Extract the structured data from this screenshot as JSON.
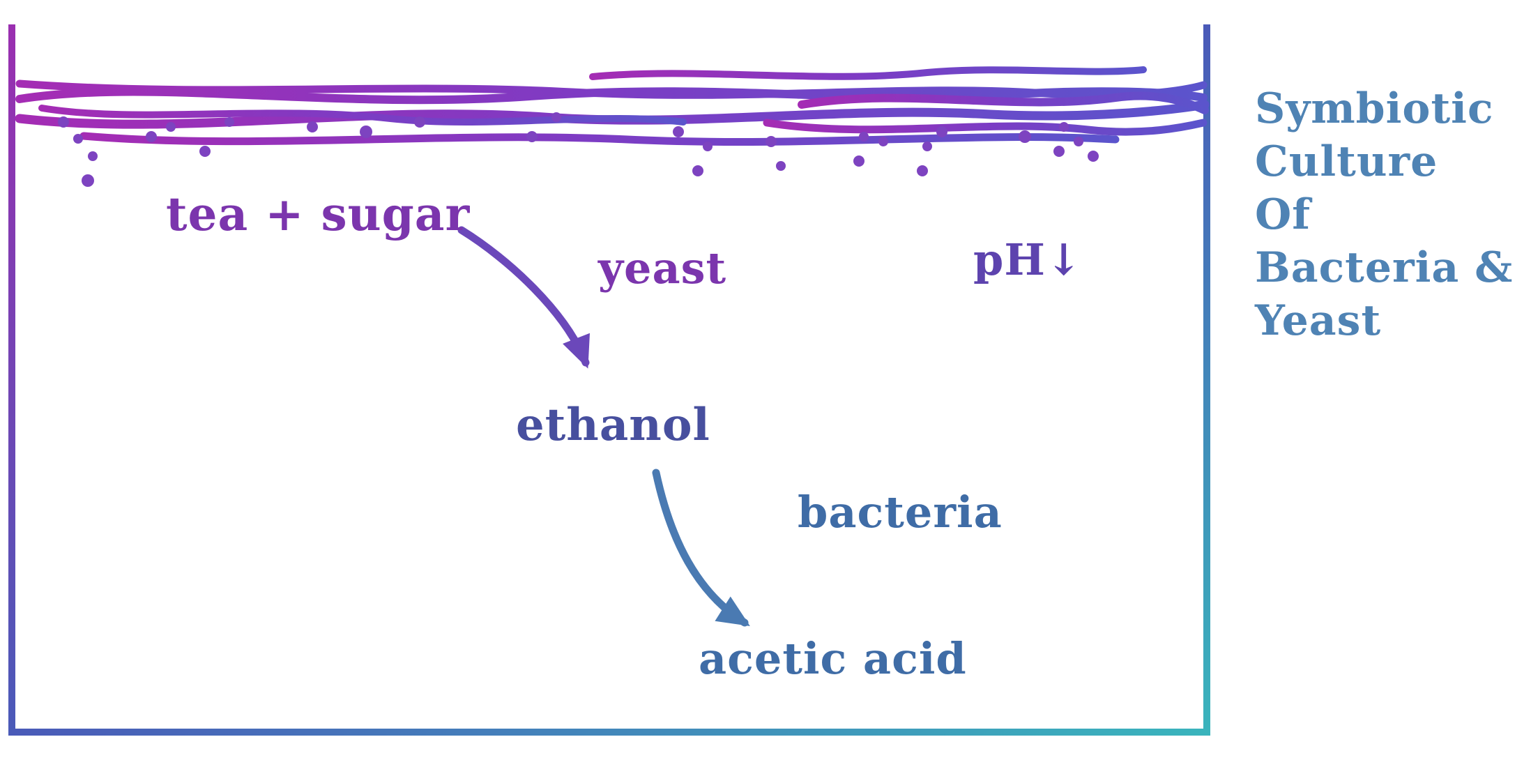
{
  "diagram": {
    "labels": {
      "tea_sugar": "tea + sugar",
      "yeast": "yeast",
      "ph": "pH↓",
      "ethanol": "ethanol",
      "bacteria": "bacteria",
      "acetic_acid": "acetic acid"
    },
    "title": {
      "lines": [
        "Symbiotic",
        "Culture",
        "Of",
        "Bacteria &",
        "Yeast"
      ]
    },
    "colors": {
      "purple": "#7b35ad",
      "indigo": "#474f9e",
      "blue": "#3f6ca6",
      "ph_color": "#5d43ae",
      "title_blue": "#4f83b4",
      "vessel_top": "#9a2fb0",
      "vessel_mid": "#4a5ab8",
      "vessel_bottom": "#3ab4bc",
      "scoby_left": "#a42cb4",
      "scoby_mid": "#7c3cc4",
      "scoby_right": "#5b54cc",
      "dot": "#7d43c0",
      "arrow_purple": "#6b48ba",
      "arrow_blue": "#4a7ab2"
    }
  }
}
